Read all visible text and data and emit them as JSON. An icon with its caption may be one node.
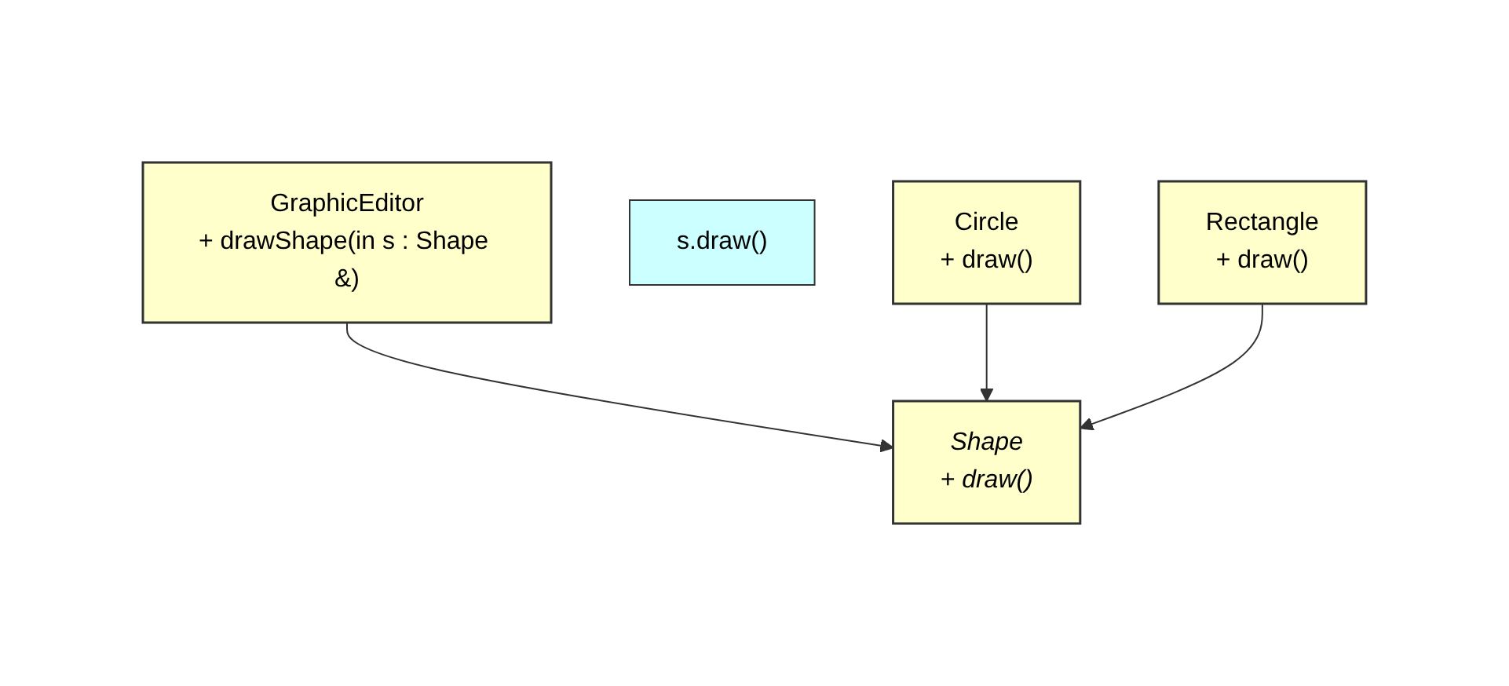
{
  "diagram": {
    "nodes": [
      {
        "text": [
          "GraphicEditor",
          "+ drawShape(in s : Shape &)"
        ]
      },
      {
        "text": [
          "s.draw()"
        ]
      },
      {
        "text": [
          "Circle",
          "+ draw()"
        ]
      },
      {
        "text": [
          "Shape",
          "+ draw()"
        ]
      },
      {
        "text": [
          "Rectangle",
          "+ draw()"
        ]
      }
    ],
    "edges": [
      {
        "from": 0,
        "to": 3,
        "arrow": "to"
      },
      {
        "from": 2,
        "to": 3,
        "arrow": "to"
      },
      {
        "from": 4,
        "to": 3,
        "arrow": "to"
      }
    ]
  }
}
